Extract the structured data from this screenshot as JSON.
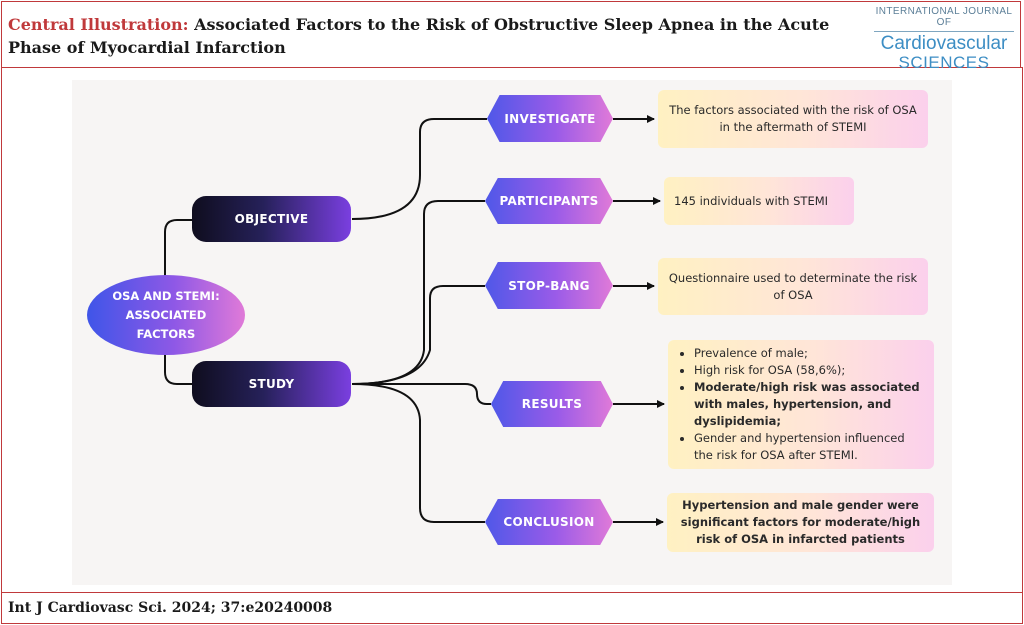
{
  "header": {
    "title_lead": "Central Illustration:",
    "title_rest": "Associated Factors to the Risk of Obstructive Sleep Apnea in the Acute Phase of Myocardial Infarction",
    "journal_line1": "INTERNATIONAL JOURNAL OF",
    "journal_line2": "Cardiovascular",
    "journal_line3": "SCIENCES"
  },
  "diagram": {
    "root": "OSA AND STEMI: ASSOCIATED FACTORS",
    "branches": {
      "objective": "OBJECTIVE",
      "study": "STUDY"
    },
    "nodes": {
      "investigate": "INVESTIGATE",
      "participants": "PARTICIPANTS",
      "stopbang": "STOP-BANG",
      "results": "RESULTS",
      "conclusion": "CONCLUSION"
    },
    "details": {
      "investigate": "The factors associated with the risk of OSA in the aftermath of STEMI",
      "participants": "145 individuals with STEMI",
      "stopbang": "Questionnaire used to determinate the risk of OSA",
      "results": [
        "Prevalence of male;",
        "High risk for OSA (58,6%);",
        "Moderate/high risk was associated with males, hypertension, and dyslipidemia;",
        "Gender and hypertension influenced the risk for OSA after STEMI."
      ],
      "conclusion": "Hypertension and male gender were significant factors for moderate/high risk of OSA in infarcted patients"
    }
  },
  "footer": {
    "citation": "Int J Cardiovasc Sci. 2024; 37:e20240008"
  }
}
